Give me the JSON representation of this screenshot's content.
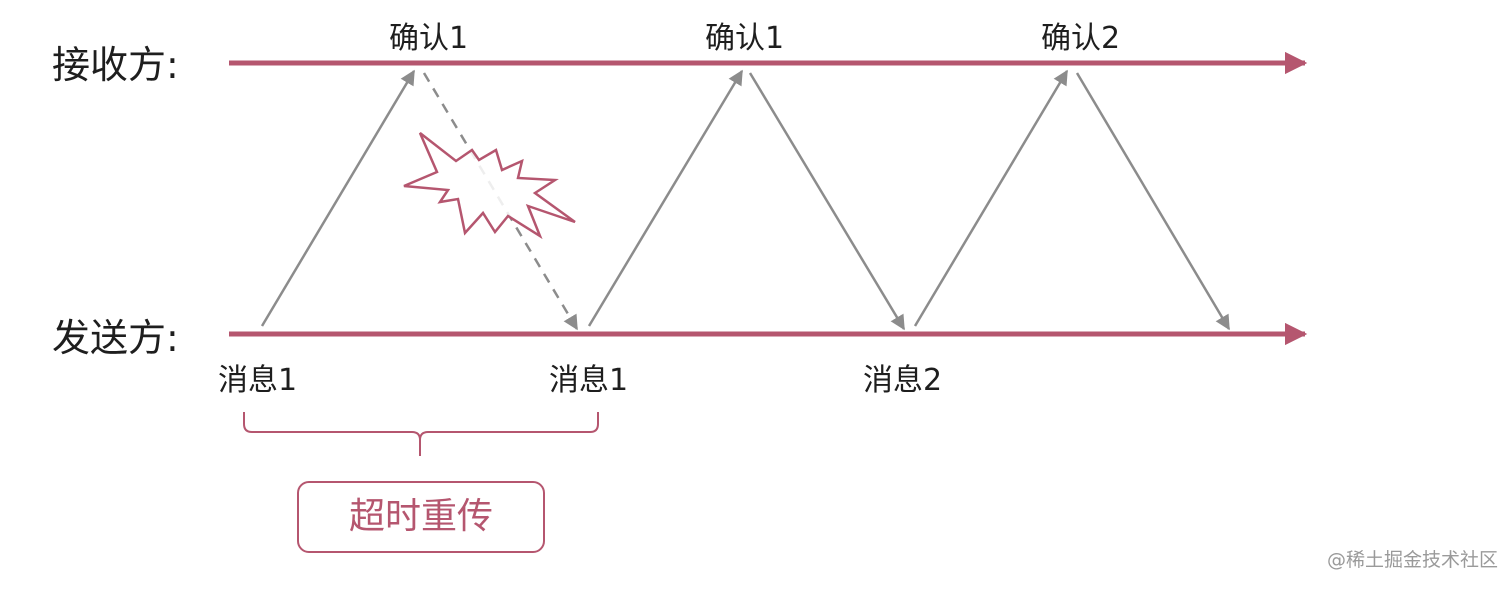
{
  "parties": {
    "receiver": "接收方:",
    "sender": "发送方:"
  },
  "acks": [
    "确认1",
    "确认1",
    "确认2"
  ],
  "messages": [
    "消息1",
    "消息1",
    "消息2"
  ],
  "timeout_label": "超时重传",
  "watermark": "@稀土掘金技术社区",
  "colors": {
    "timeline": "#b5566f",
    "arrow": "#8c8c8c",
    "burst": "#b5566f",
    "text": "#1e1e1e"
  }
}
